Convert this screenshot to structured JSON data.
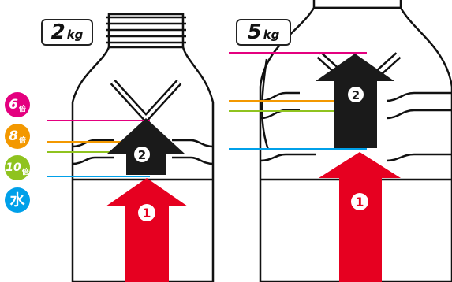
{
  "bottles": [
    {
      "weight_value": "2",
      "weight_unit": "kg"
    },
    {
      "weight_value": "5",
      "weight_unit": "kg"
    }
  ],
  "legend": [
    {
      "value": "6",
      "suffix": "倍",
      "color": "#e4007f"
    },
    {
      "value": "8",
      "suffix": "倍",
      "color": "#f39800"
    },
    {
      "value": "10",
      "suffix": "倍",
      "color": "#8fc31f"
    },
    {
      "value": "水",
      "suffix": "",
      "color": "#00a0e9"
    }
  ],
  "arrows": {
    "step1": "1",
    "step2": "2",
    "color_up": "#e60020",
    "color_dark": "#1a1a1a"
  }
}
